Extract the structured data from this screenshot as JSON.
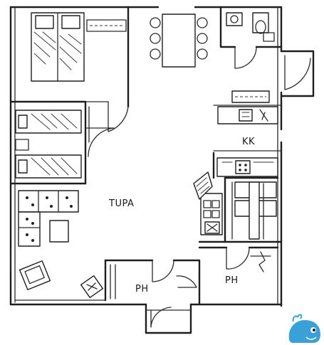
{
  "labels": {
    "living_room": "TUPA",
    "kitchen": "KK",
    "washroom_1": "PH",
    "washroom_2": "PH"
  },
  "colors": {
    "ink": "#1e1e1e",
    "paper": "#ffffff",
    "logo_blue": "#3aa0d8"
  },
  "logo": {
    "icon": "whale-logo"
  }
}
